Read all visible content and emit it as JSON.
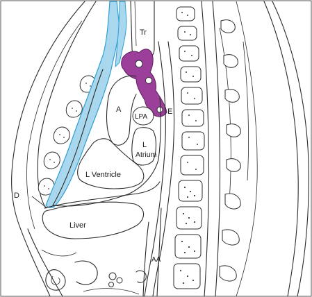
{
  "figure": {
    "colors": {
      "blue_region": "#a9d7ee",
      "blue_outline": "#2f9fd3",
      "purple_region": "#9b3f9b",
      "ink": "#2a2a2a",
      "background": "#ffffff"
    },
    "labels": {
      "tr": "Tr",
      "a": "A",
      "lpa": "LPA",
      "e": "E",
      "l": "L",
      "atrium": "Atrium",
      "l_ventricle": "L Ventricle",
      "d": "D",
      "liver": "Liver",
      "aa": "AA"
    }
  }
}
